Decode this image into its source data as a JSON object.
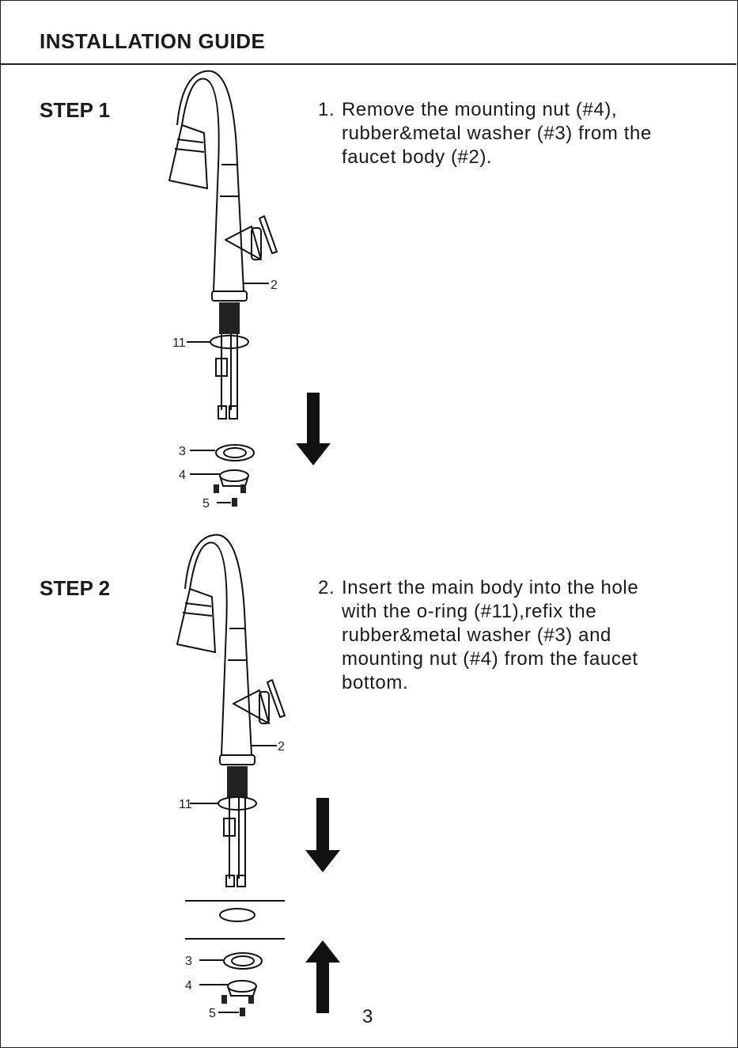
{
  "header": {
    "title": "INSTALLATION GUIDE"
  },
  "steps": [
    {
      "label": "STEP 1",
      "number": "1.",
      "lines": [
        "Remove the mounting nut (#4),",
        "rubber&metal washer (#3) from the",
        "faucet body (#2)."
      ],
      "callouts": {
        "body": "2",
        "oring": "11",
        "washer": "3",
        "nut": "4",
        "screw": "5"
      }
    },
    {
      "label": "STEP 2",
      "number": "2.",
      "lines": [
        "Insert the main body into the hole",
        "with the o-ring (#11),refix the",
        "rubber&metal washer (#3) and",
        "mounting nut (#4) from the faucet",
        "bottom."
      ],
      "callouts": {
        "body": "2",
        "oring": "11",
        "washer": "3",
        "nut": "4",
        "screw": "5"
      }
    }
  ],
  "footer": {
    "page_number": "3"
  }
}
